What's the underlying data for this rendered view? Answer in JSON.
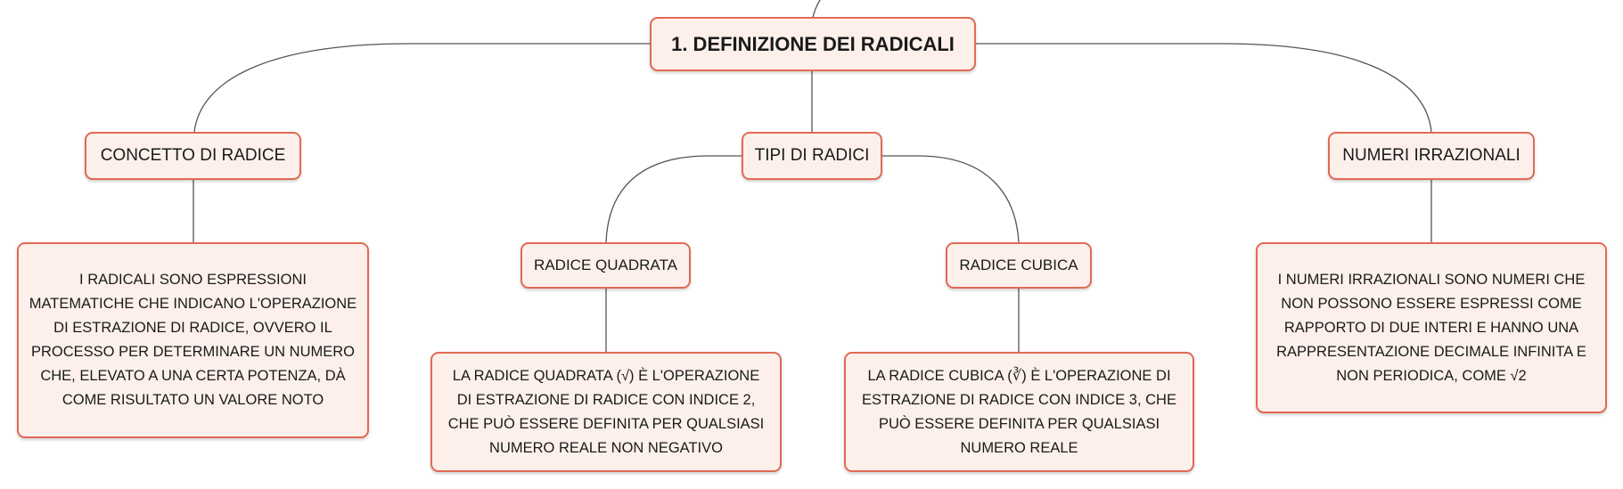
{
  "map": {
    "main": "1. DEFINIZIONE DEI RADICALI",
    "concetto": {
      "title": "CONCETTO DI RADICE",
      "text": "I RADICALI SONO ESPRESSIONI MATEMATICHE CHE INDICANO L'OPERAZIONE DI ESTRAZIONE DI RADICE, OVVERO IL PROCESSO PER DETERMINARE UN NUMERO CHE, ELEVATO A UNA CERTA POTENZA, DÀ COME RISULTATO UN VALORE NOTO"
    },
    "tipi": {
      "title": "TIPI DI RADICI",
      "quadrata": {
        "title": "RADICE QUADRATA",
        "text": "LA RADICE QUADRATA (√) È L'OPERAZIONE DI ESTRAZIONE DI RADICE CON INDICE 2, CHE PUÒ ESSERE DEFINITA PER QUALSIASI NUMERO REALE NON NEGATIVO"
      },
      "cubica": {
        "title": "RADICE CUBICA",
        "text": "LA RADICE CUBICA (∛) È L'OPERAZIONE DI ESTRAZIONE DI RADICE CON INDICE 3, CHE PUÒ ESSERE DEFINITA PER QUALSIASI NUMERO REALE"
      }
    },
    "irrazionali": {
      "title": "NUMERI IRRAZIONALI",
      "text": "I NUMERI IRRAZIONALI SONO NUMERI CHE NON POSSONO ESSERE ESPRESSI COME RAPPORTO DI DUE INTERI E HANNO UNA RAPPRESENTAZIONE DECIMALE INFINITA E NON PERIODICA, COME √2"
    }
  },
  "colors": {
    "border": "#e06a55",
    "fill": "#fdf0eb",
    "line": "#555555"
  }
}
